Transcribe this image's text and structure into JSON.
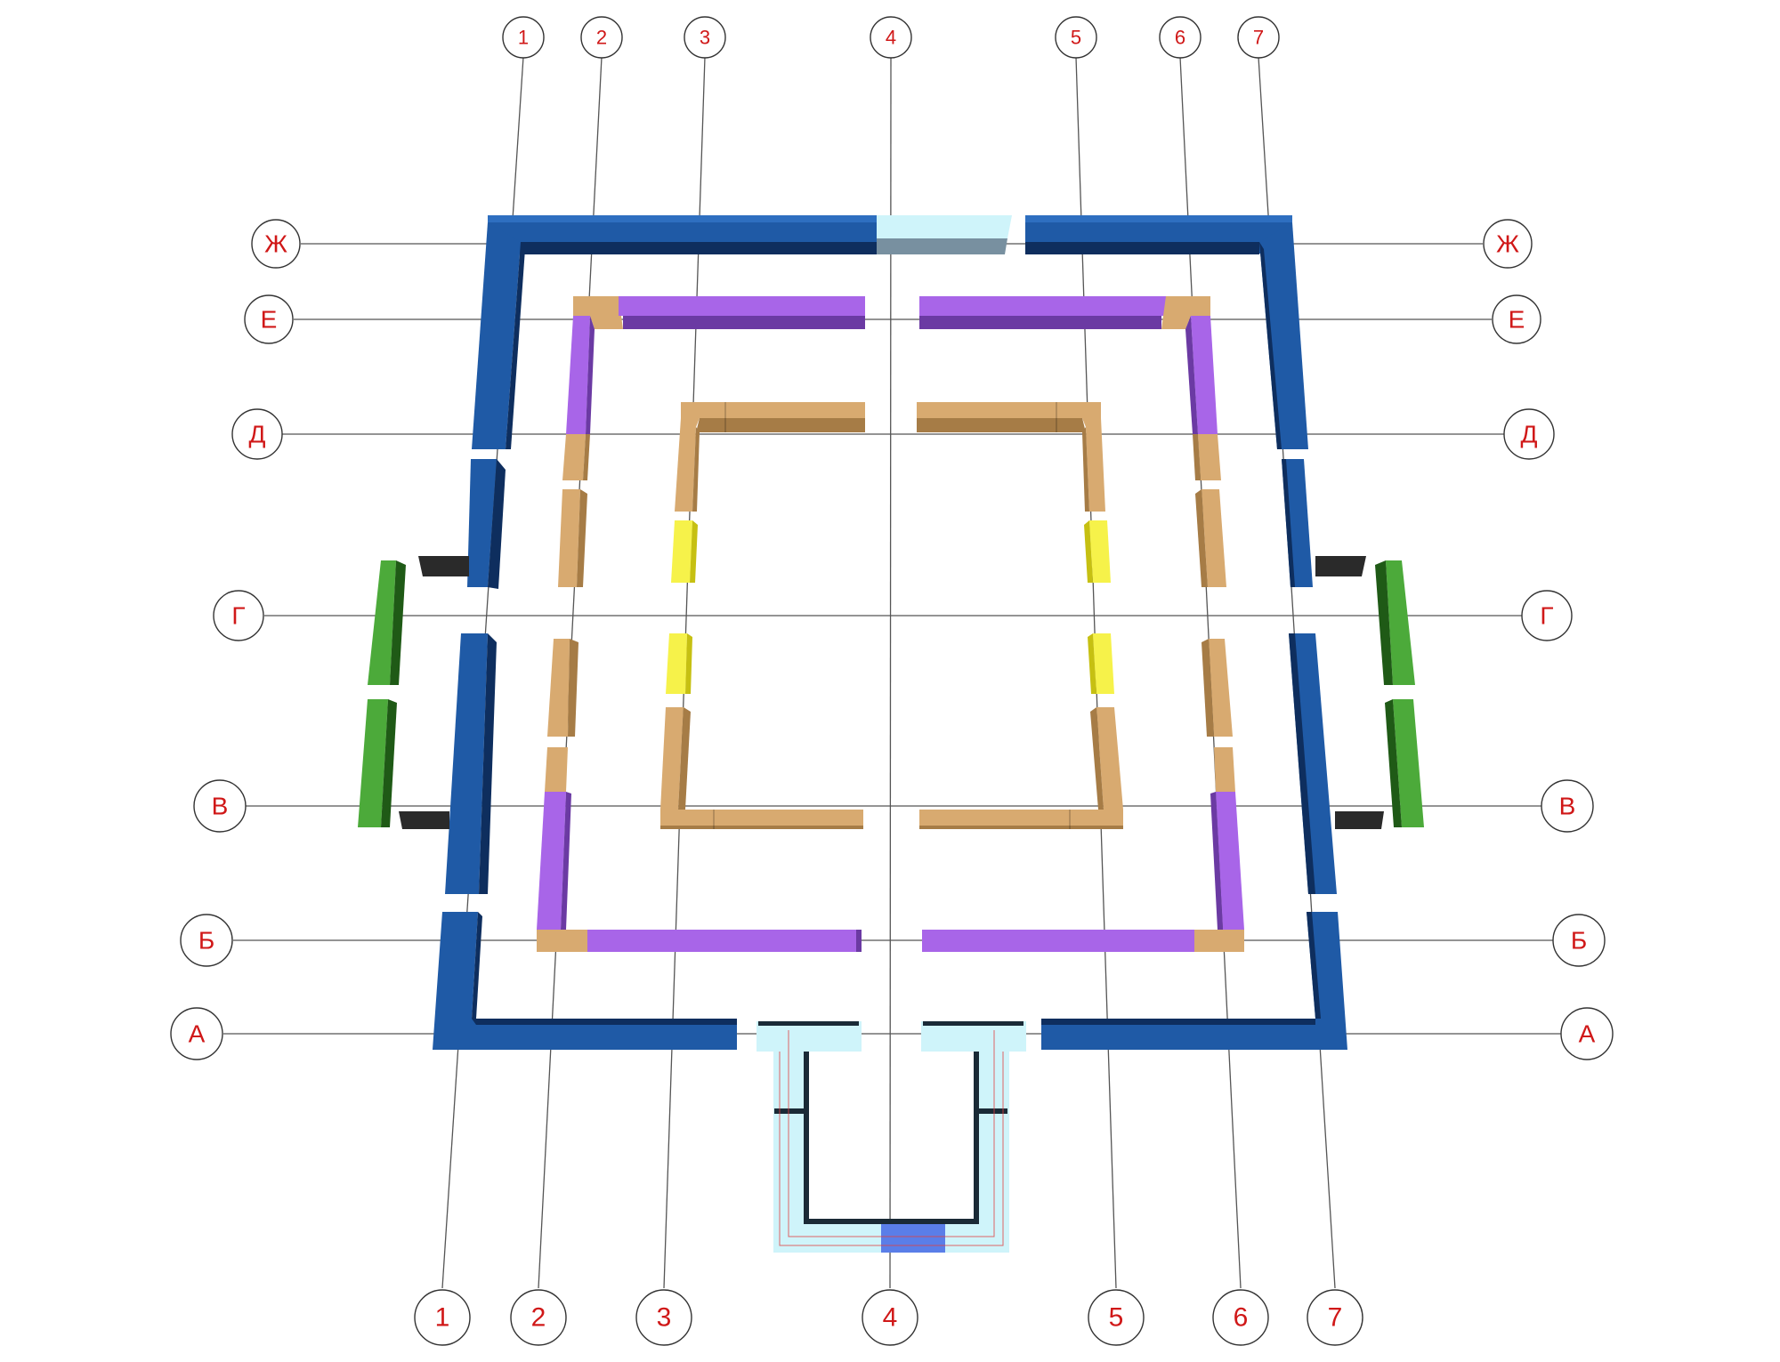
{
  "axes": {
    "columns": [
      "1",
      "2",
      "3",
      "4",
      "5",
      "6",
      "7"
    ],
    "rows": [
      "Ж",
      "Е",
      "Д",
      "Г",
      "В",
      "Б",
      "А"
    ]
  },
  "colors": {
    "outer_wall": "#1f5aa6",
    "outer_wall_dark": "#0e2e5e",
    "outer_wall_top": "#2e6fc0",
    "purple": "#a865e8",
    "purple_dark": "#6b3aa3",
    "tan": "#d8aa70",
    "tan_dark": "#a67c46",
    "yellow": "#f6f24a",
    "yellow_dark": "#c6c012",
    "green": "#4caa3a",
    "green_dark": "#1f5a16",
    "light_cyan": "#cff4fa",
    "light_cyan_dark": "#7890a0",
    "blue_block": "#5a7ee8",
    "dark_block": "#2a2a2a",
    "label_text": "#d01818"
  }
}
